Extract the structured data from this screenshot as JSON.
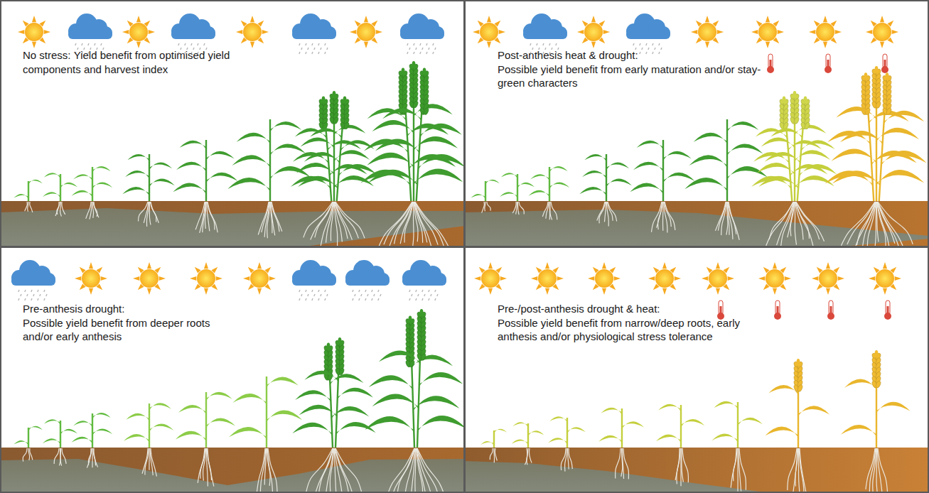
{
  "diagram": {
    "nodes": [
      {
        "text": [
          "No stress:",
          "Yield benefit from optimised yield components and harvest index"
        ]
      },
      {
        "text": [
          "Post-anthesis heat & drought:",
          "Possible yield benefit from early maturation and/or stay-green characters"
        ]
      },
      {
        "text": [
          "Pre-anthesis drought:",
          "Possible yield benefit from deeper roots and/or early anthesis"
        ]
      },
      {
        "text": [
          "Pre-/post-anthesis drought & heat:",
          "Possible yield benefit from narrow/deep roots, early anthesis and/or physiological stress tolerance"
        ]
      }
    ]
  }
}
